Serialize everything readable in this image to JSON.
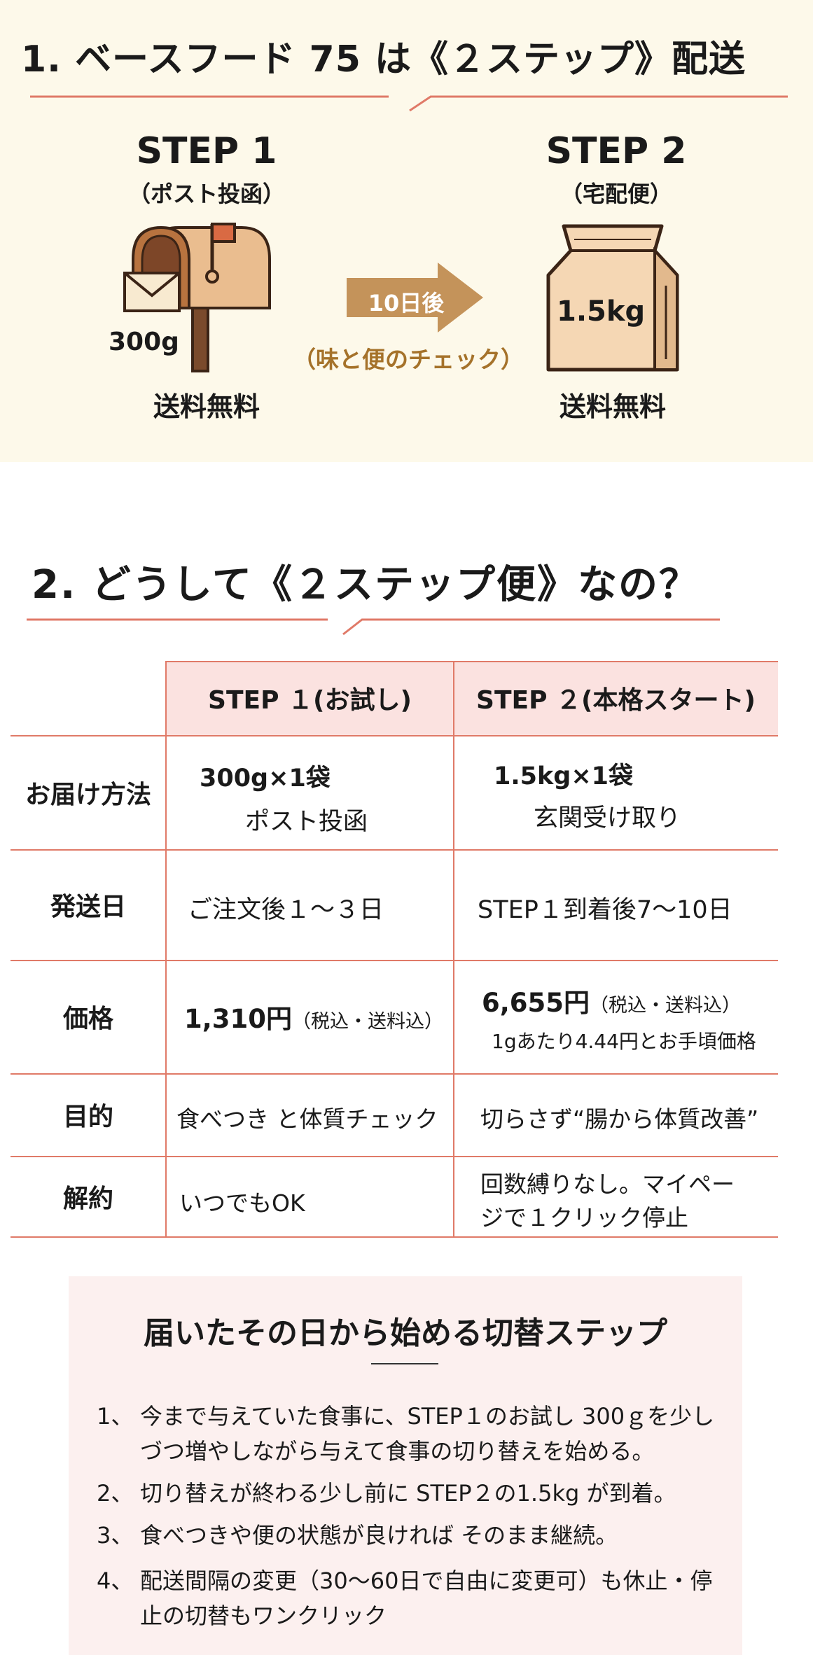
{
  "section1": {
    "heading": "1. ベースフード 75 は《２ステップ》配送",
    "step1": {
      "title": "STEP 1",
      "sub": "（ポスト投函）",
      "weight": "300g",
      "free": "送料無料"
    },
    "arrow": {
      "label": "10日後",
      "note": "（味と便のチェック）"
    },
    "step2": {
      "title": "STEP 2",
      "sub": "（宅配便）",
      "weight": "1.5kg",
      "free": "送料無料"
    }
  },
  "section2": {
    "heading": "2. どうして《２ステップ便》なの？",
    "columns": [
      "STEP １(お試し)",
      "STEP ２(本格スタート)"
    ],
    "rows": [
      {
        "label": "お届け方法",
        "step1": {
          "line1": "300g×1袋",
          "line2": "ポスト投函"
        },
        "step2": {
          "line1": "1.5kg×1袋",
          "line2": "玄関受け取り"
        }
      },
      {
        "label": "発送日",
        "step1": "ご注文後１〜３日",
        "step2": "STEP１到着後7〜10日"
      },
      {
        "label": "価格",
        "step1": {
          "price": "1,310円",
          "note": "（税込・送料込）"
        },
        "step2": {
          "price": "6,655円",
          "note": "（税込・送料込）",
          "sub": "1gあたり4.44円とお手頃価格"
        }
      },
      {
        "label": "目的",
        "step1": "食べつき と体質チェック",
        "step2": "切らさず“腸から体質改善”"
      },
      {
        "label": "解約",
        "step1": "いつでもOK",
        "step2": {
          "line1": "回数縛りなし。マイペー",
          "line2": "ジで１クリック停止"
        }
      }
    ]
  },
  "box": {
    "title": "届いたその日から始める切替ステップ",
    "items": [
      {
        "num": "1、",
        "text": "今まで与えていた食事に、STEP１のお試し 300ｇを少しづつ増やしながら与えて食事の切り替えを始める。"
      },
      {
        "num": "2、",
        "text": "切り替えが終わる少し前に STEP２の1.5kg が到着。"
      },
      {
        "num": "3、",
        "text": "食べつきや便の状態が良ければ そのまま継続。"
      },
      {
        "num": "4、",
        "text": "配送間隔の変更（30〜60日で自由に変更可）も休止・停止の切替もワンクリック"
      }
    ]
  },
  "colors": {
    "accent": "#e07a68",
    "cream": "#fdf9ea",
    "pink": "#fbe2e0",
    "box": "#fcf0ef",
    "brown": "#c4935a",
    "note": "#a5722a"
  },
  "icons": [
    "mailbox-icon",
    "envelope-icon",
    "arrow-icon",
    "food-bag-icon"
  ]
}
